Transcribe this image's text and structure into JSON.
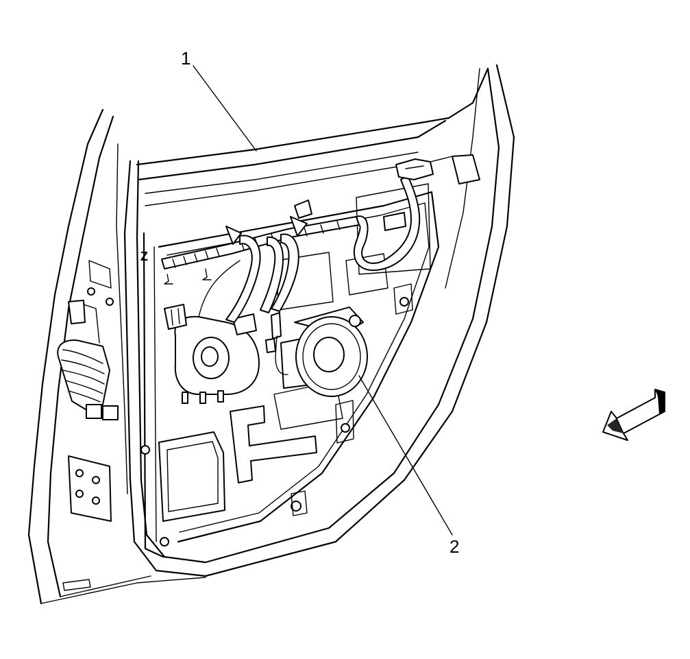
{
  "callouts": [
    {
      "id": "1",
      "label": "1",
      "part": "door-inner-panel"
    },
    {
      "id": "2",
      "label": "2",
      "part": "door-speaker"
    }
  ],
  "marks": {
    "panel_letter": "Z"
  },
  "colors": {
    "line": "#000000",
    "background": "#ffffff"
  },
  "icons": {
    "direction": "front-direction-arrow-icon"
  }
}
